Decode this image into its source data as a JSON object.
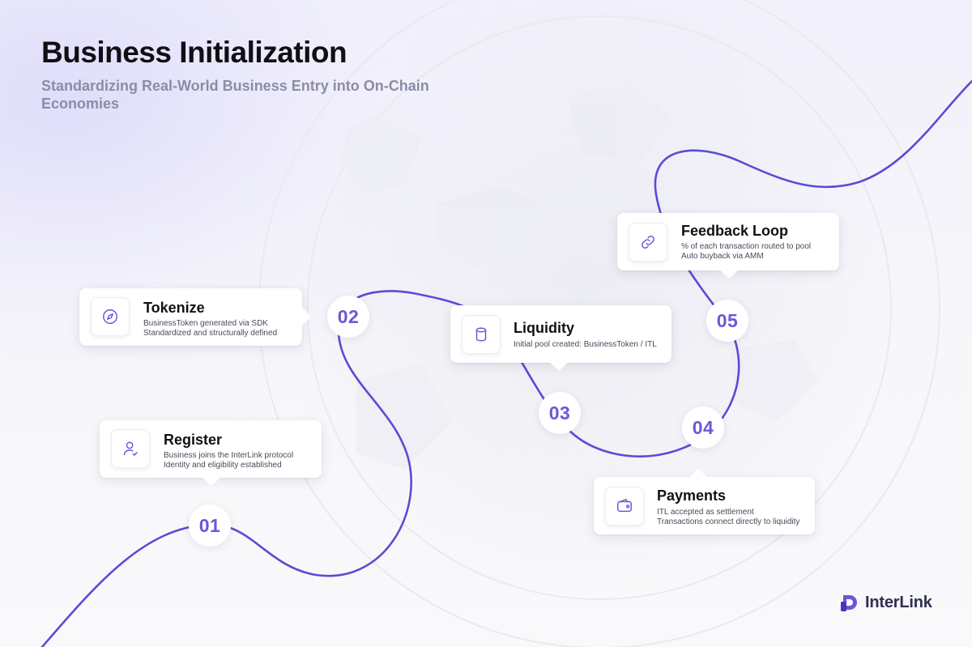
{
  "header": {
    "title": "Business Initialization",
    "subtitle": "Standardizing Real-World Business Entry into On-Chain Economies"
  },
  "steps": [
    {
      "number": "01",
      "title": "Register",
      "desc1": "Business joins the InterLink protocol",
      "desc2": "Identity and eligibility established",
      "icon": "user-check-icon"
    },
    {
      "number": "02",
      "title": "Tokenize",
      "desc1": "BusinessToken generated via SDK",
      "desc2": "Standardized and structurally defined",
      "icon": "compass-icon"
    },
    {
      "number": "03",
      "title": "Liquidity",
      "desc1": "Initial pool created: BusinessToken / ITL",
      "desc2": "",
      "icon": "database-icon"
    },
    {
      "number": "04",
      "title": "Payments",
      "desc1": "ITL accepted as settlement",
      "desc2": "Transactions connect directly to liquidity",
      "icon": "wallet-icon"
    },
    {
      "number": "05",
      "title": "Feedback Loop",
      "desc1": "% of each transaction routed to pool",
      "desc2": "Auto buyback via AMM",
      "icon": "link-icon"
    }
  ],
  "brand": {
    "name": "InterLink",
    "accent": "#6a57d8",
    "path_color": "#5b4bd4"
  }
}
